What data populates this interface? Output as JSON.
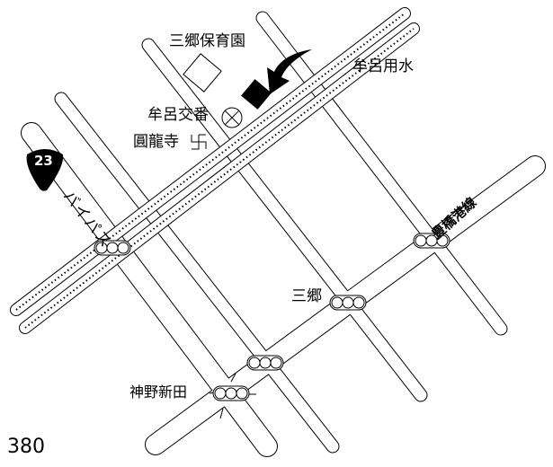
{
  "labels": {
    "nursery": "三郷保育園",
    "canal": "牟呂用水",
    "police_box": "牟呂交番",
    "temple": "圓龍寺",
    "route_number": "23",
    "bypass": "バイパス",
    "port_line": "豊橋港線",
    "sango": "三郷",
    "jinnoshinden": "神野新田",
    "page_number": "380"
  },
  "icons": {
    "destination": "black-square-marker",
    "police": "police-box-symbol",
    "temple": "manji-symbol",
    "route_shield": "national-route-shield",
    "traffic_light": "traffic-signal"
  },
  "colors": {
    "ink": "#000000",
    "paper": "#ffffff"
  }
}
